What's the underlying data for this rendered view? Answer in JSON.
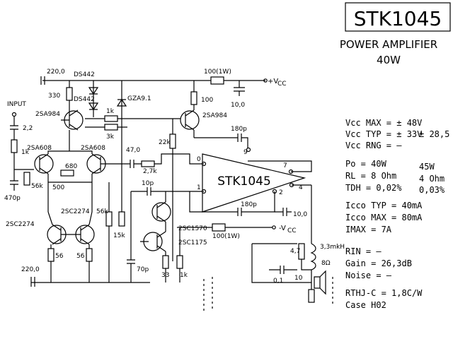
{
  "title": {
    "chip": "STK1045",
    "function": "POWER AMPLIFIER",
    "power": "40W"
  },
  "ic_label": "STK1045",
  "components": {
    "input": "INPUT",
    "c_in": "2,2",
    "r_in": "1k",
    "r_56k": "56k",
    "c_470p": "470p",
    "c_220": "220,0",
    "r_330": "330",
    "d_ds442_a": "DS442",
    "d_ds442_b": "DS442",
    "zener": "GZA9.1",
    "r_1k_top": "1k",
    "r_3k": "3k",
    "r_100_1w_top": "100(1W)",
    "r_100": "100",
    "c_10_top": "10,0",
    "q_2sa984_left": "2SA984",
    "q_2sa984_right": "2SA984",
    "q_2sa608_left": "2SA608",
    "q_2sa608_right": "2SA608",
    "r_680": "680",
    "r_500": "500",
    "r_22k": "22k",
    "c_47": "47,0",
    "r_2k7": "2,7k",
    "c_180p_top": "180p",
    "c_180p_bot": "180p",
    "c_10p": "10p",
    "q_2sc2274_left": "2SC2274",
    "q_2sc2274_right": "2SC2274",
    "r_56_left": "56",
    "r_56_right": "56",
    "c_220_bot": "220,0",
    "r_56k_mid": "56k",
    "r_15k": "15k",
    "c_70p": "70p",
    "r_33": "33",
    "r_1k_bot": "1k",
    "q_2sc1570": "2SC1570",
    "q_2sc1175": "2SC1175",
    "r_100_1w_bot": "100(1W)",
    "c_10_bot": "10,0",
    "r_4_7": "4,7",
    "l_3_3mkh": "3,3mkH",
    "speaker_ohm": "8Ω",
    "c_0_1": "0,1",
    "r_10": "10",
    "vcc_pos": "+V",
    "vcc_neg": "-V",
    "vcc_sub": "CC"
  },
  "pins": [
    "0",
    "9",
    "7",
    "4",
    "1",
    "2"
  ],
  "specs": [
    {
      "main": "Vcc MAX = ± 48V",
      "sub": ""
    },
    {
      "main": "Vcc TYP = ± 33V",
      "sub": "± 28,5"
    },
    {
      "main": "Vcc RNG =  –",
      "sub": ""
    },
    {
      "main": "Po  = 40W",
      "sub": "45W"
    },
    {
      "main": "RL  = 8 Ohm",
      "sub": "4 Ohm"
    },
    {
      "main": "TDH = 0,02%",
      "sub": "0,03%"
    },
    {
      "main": "Icco TYP = 40mA",
      "sub": ""
    },
    {
      "main": "Icco MAX = 80mA",
      "sub": ""
    },
    {
      "main": "IMAX  =   7A",
      "sub": ""
    },
    {
      "main": "RIN  =  –",
      "sub": ""
    },
    {
      "main": "Gain  =  26,3dB",
      "sub": ""
    },
    {
      "main": "Noise =  –",
      "sub": ""
    },
    {
      "main": "RTHJ-C = 1,8C/W",
      "sub": ""
    },
    {
      "main": "Case      H02",
      "sub": ""
    }
  ]
}
